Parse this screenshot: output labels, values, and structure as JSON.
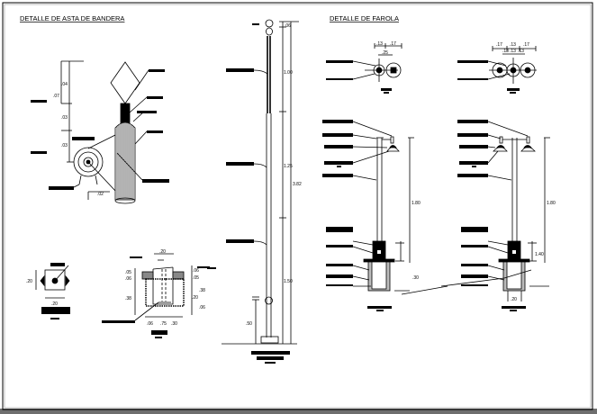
{
  "sheet": {
    "titles": {
      "flagpole": "DETALLE DE ASTA DE BANDERA",
      "streetlight": "DETALLE DE FAROLA"
    },
    "flagpole_top": {
      "dims": {
        "total": ".07",
        "a": ".04",
        "b": ".03",
        "c": ".03",
        "d": ".02"
      }
    },
    "flagpole_plan": {
      "dim_side": ".20",
      "dim_bottom": ".20"
    },
    "flagpole_footing": {
      "dim_top": ".20",
      "dims_left": [
        ".05",
        ".06",
        ".38"
      ],
      "dims_right": [
        ".06",
        ".05",
        ".38",
        ".20",
        ".06"
      ],
      "dims_bottom": [
        ".06",
        ".75",
        ".30"
      ]
    },
    "flagpole_elevation": {
      "dims": {
        "top": ".06",
        "upper": "1.00",
        "middle": "1.25",
        "total": "3.82",
        "lower": "1.50",
        "base": ".50"
      }
    },
    "streetlight_single": {
      "plan_dims": [
        ".13",
        ".17",
        ".25"
      ],
      "height": "1.80",
      "depth": ".30"
    },
    "streetlight_double": {
      "plan_dims": [
        ".17",
        ".13",
        ".17",
        ".13",
        ".13",
        ".13"
      ],
      "height": "1.80",
      "base_dim": "1.40",
      "width": ".20"
    }
  }
}
